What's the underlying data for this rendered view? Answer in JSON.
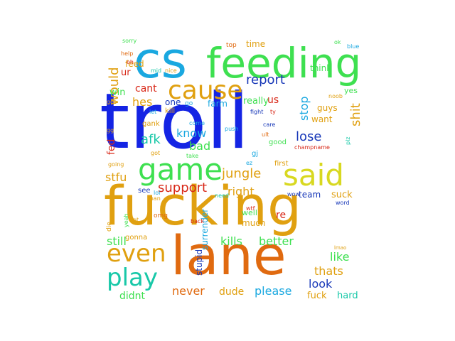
{
  "cloud": {
    "colors": {
      "blue": "#1424e4",
      "orange": "#e06a10",
      "gold": "#e0a010",
      "green": "#3ee050",
      "cyan": "#1aa8e0",
      "teal": "#18c8a8",
      "yellow": "#d8d820",
      "red": "#d82818",
      "navy": "#1838b8"
    },
    "words": {
      "troll": "troll",
      "fucking": "fucking",
      "lane": "lane",
      "cs": "cs",
      "feeding": "feeding",
      "game": "game",
      "said": "said",
      "cause": "cause",
      "even": "even",
      "play": "play",
      "report": "report",
      "would": "would",
      "jungle": "jungle",
      "support": "support",
      "kills": "kills",
      "better": "better",
      "lose": "lose",
      "stop": "stop",
      "shit": "shit",
      "afk": "afk",
      "know": "know",
      "bad": "bad",
      "stfu": "stfu",
      "right": "right",
      "still": "still",
      "thats": "thats",
      "like": "like",
      "look": "look",
      "please": "please",
      "never": "never",
      "dude": "dude",
      "didnt": "didnt",
      "fuck": "fuck",
      "hard": "hard",
      "surrender": "surrender",
      "stupid": "stupid",
      "team": "team",
      "suck": "suck",
      "much": "much",
      "well": "well",
      "re": "re",
      "gonna": "gonna",
      "hes": "hes",
      "cant": "cant",
      "win": "win",
      "feed": "feed",
      "ur": "ur",
      "us": "us",
      "really": "really",
      "farm": "farm",
      "think": "think",
      "want": "want",
      "guys": "guys",
      "yes": "yes",
      "time": "time",
      "top": "top",
      "sorry": "sorry",
      "help": "help",
      "oh": "oh",
      "mid": "mid",
      "nice": "nice",
      "one": "one",
      "go": "go",
      "kill": "kill",
      "fight": "fight",
      "ty": "ty",
      "gank": "gank",
      "fed": "fed",
      "gg": "gg",
      "let": "let",
      "get": "get",
      "going": "going",
      "got": "got",
      "take": "take",
      "come": "come",
      "push": "push",
      "good": "good",
      "ult": "ult",
      "gj": "gj",
      "first": "first",
      "ez": "ez",
      "champname": "champname",
      "see": "see",
      "lol": "lol",
      "need": "need",
      "man": "man",
      "omg": "omg",
      "wtf": "wtf",
      "wow": "wow",
      "back": "back",
      "die": "die",
      "yeah": "yeah",
      "bot": "bot",
      "ok": "ok",
      "blue": "blue",
      "word": "word",
      "plz": "plz",
      "lmao": "lmao",
      "care": "care",
      "noob": "noob"
    }
  }
}
